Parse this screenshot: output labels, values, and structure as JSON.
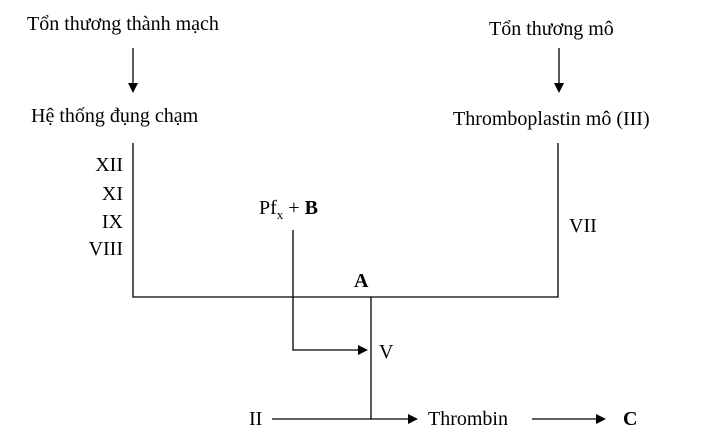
{
  "vascular_injury": "Tổn thương thành mạch",
  "tissue_injury": "Tổn thương mô",
  "contact_system": "Hệ thống đụng chạm",
  "tissue_thromboplastin": "Thromboplastin mô (III)",
  "intrinsic_factors": [
    "XII",
    "XI",
    "IX",
    "VIII"
  ],
  "pf_main": "Pf",
  "pf_sub": "x",
  "pf_plus": " + ",
  "pf_letter": "B",
  "factor_vii": "VII",
  "junction_label": "A",
  "factor_v": "V",
  "factor_ii": "II",
  "thrombin": "Thrombin",
  "final_label": "C"
}
